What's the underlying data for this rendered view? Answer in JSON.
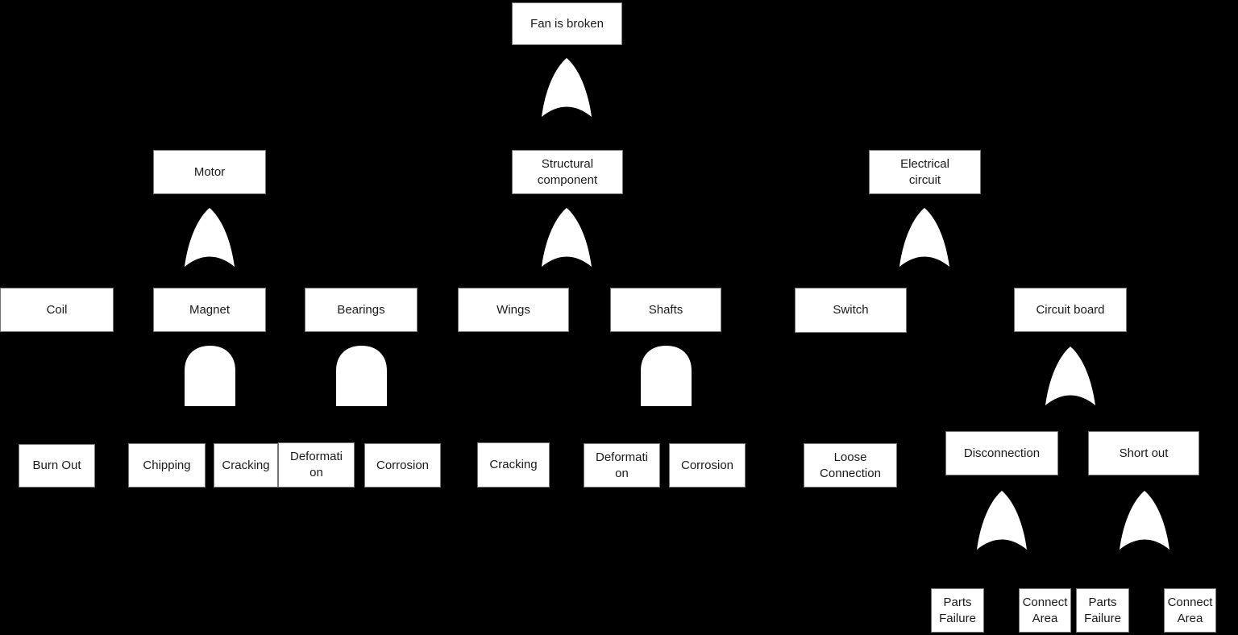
{
  "diagram_title": "Fault tree: Fan is broken",
  "diagram_type": "fault-tree",
  "colors": {
    "background": "#000000",
    "box_fill": "#ffffff",
    "box_border": "#757575",
    "text": "#1a1a1a",
    "gate_fill": "#ffffff"
  },
  "nodes": {
    "fan": "Fan is broken",
    "motor": "Motor",
    "structural": "Structural component",
    "electrical": "Electrical circuit",
    "coil": "Coil",
    "magnet": "Magnet",
    "bearings": "Bearings",
    "wings": "Wings",
    "shafts": "Shafts",
    "switch": "Switch",
    "circuit_board": "Circuit board",
    "burn_out": "Burn Out",
    "chipping": "Chipping",
    "cracking_magnet": "Cracking",
    "deformation_bearings": "Deformation",
    "corrosion_bearings": "Corrosion",
    "cracking_wings": "Cracking",
    "deformation_shafts": "Deformation",
    "corrosion_shafts": "Corrosion",
    "loose_connection": "Loose Connection",
    "disconnection": "Disconnection",
    "short_out": "Short out",
    "parts_failure_disconnection": "Parts Failure",
    "connect_area_disconnection": "Connect Area",
    "parts_failure_short_out": "Parts Failure",
    "connect_area_short_out": "Connect Area"
  },
  "gates": {
    "under_fan": "OR",
    "under_motor": "OR",
    "under_structural": "OR",
    "under_electrical": "OR",
    "under_magnet": "AND",
    "under_bearings": "AND",
    "under_shafts": "AND",
    "under_circuit_board": "OR",
    "under_disconnection": "OR",
    "under_short_out": "OR"
  },
  "hierarchy": {
    "Fan is broken": [
      "Motor",
      "Structural component",
      "Electrical circuit"
    ],
    "Motor": [
      "Coil",
      "Magnet",
      "Bearings"
    ],
    "Coil": [
      "Burn Out"
    ],
    "Magnet": [
      "Chipping",
      "Cracking"
    ],
    "Bearings": [
      "Deformation",
      "Corrosion"
    ],
    "Structural component": [
      "Wings",
      "Shafts"
    ],
    "Wings": [
      "Cracking"
    ],
    "Shafts": [
      "Deformation",
      "Corrosion"
    ],
    "Electrical circuit": [
      "Switch",
      "Circuit board"
    ],
    "Switch": [
      "Loose Connection"
    ],
    "Circuit board": [
      "Disconnection",
      "Short out"
    ],
    "Disconnection": [
      "Parts Failure",
      "Connect Area"
    ],
    "Short out": [
      "Parts Failure",
      "Connect Area"
    ]
  }
}
